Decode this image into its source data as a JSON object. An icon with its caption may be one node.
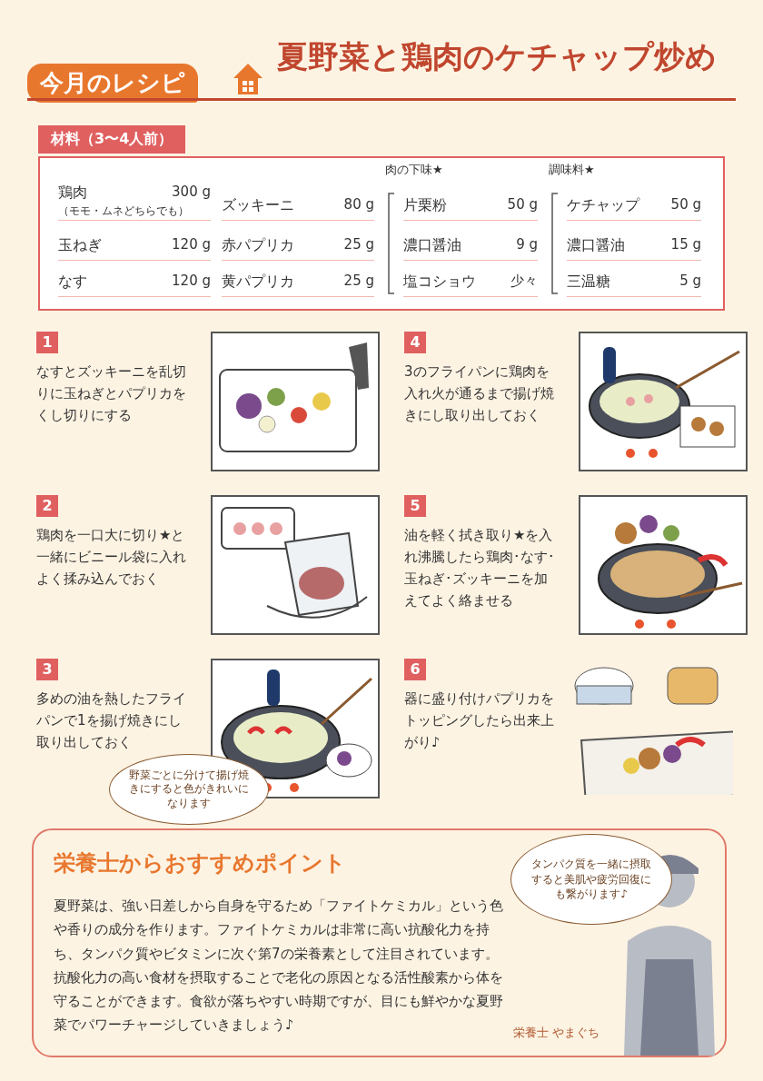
{
  "diagram": {
    "title": "夏野菜と鶏肉のケチャップ炒め",
    "nodes": [
      {
        "text": [
          "今月のレシピ"
        ]
      },
      {
        "text": [
          "材料（3〜4人前）"
        ]
      },
      {
        "text": [
          "1",
          "なすとズッキーニを乱切りに玉ねぎとパプリカをくし切りにする"
        ]
      },
      {
        "text": [
          "2",
          "鶏肉を一口大に切り★と一緒にビニール袋に入れよく揉み込んでおく"
        ]
      },
      {
        "text": [
          "3",
          "多めの油を熱したフライパンで1を揚げ焼きにし取り出しておく"
        ]
      },
      {
        "text": [
          "4",
          "3のフライパンに鶏肉を入れ火が通るまで揚げ焼きにし取り出しておく"
        ]
      },
      {
        "text": [
          "5",
          "油を軽く拭き取り★を入れ沸騰したら鶏肉･なす･玉ねぎ･ズッキーニを加えてよく絡ませる"
        ]
      },
      {
        "text": [
          "6",
          "器に盛り付けパプリカをトッピングしたら出来上がり♪"
        ]
      },
      {
        "text": [
          "野菜ごとに分けて揚げ焼きにすると色がきれいになります"
        ]
      },
      {
        "text": [
          "栄養士からおすすめポイント",
          "夏野菜は、強い日差しから自身を守るため「ファイトケミカル」という色や香りの成分を作ります。ファイトケミカルは非常に高い抗酸化力を持ち、タンパク質やビタミンに次ぐ第7の栄養素として注目されています。抗酸化力の高い食材を摂取することで老化の原因となる活性酸素から体を守ることができます。食欲が落ちやすい時期ですが、目にも鮮やかな夏野菜でパワーチャージしていきましょう♪"
        ]
      },
      {
        "text": [
          "タンパク質を一緒に摂取すると美肌や疲労回復にも繋がります♪"
        ],
        "in": 9
      }
    ],
    "labels": [
      "肉の下味★",
      "調味料★",
      "鶏肉",
      "300 g",
      "（モモ・ムネどちらでも）",
      "ズッキーニ",
      "80 g",
      "片栗粉",
      "50 g",
      "ケチャップ",
      "50 g",
      "玉ねぎ",
      "120 g",
      "赤パプリカ",
      "25 g",
      "濃口醤油",
      "9 g",
      "濃口醤油",
      "15 g",
      "なす",
      "120 g",
      "黄パプリカ",
      "25 g",
      "塩コショウ",
      "少々",
      "三温糖",
      "5 g",
      "栄養士 やまぐち"
    ]
  }
}
